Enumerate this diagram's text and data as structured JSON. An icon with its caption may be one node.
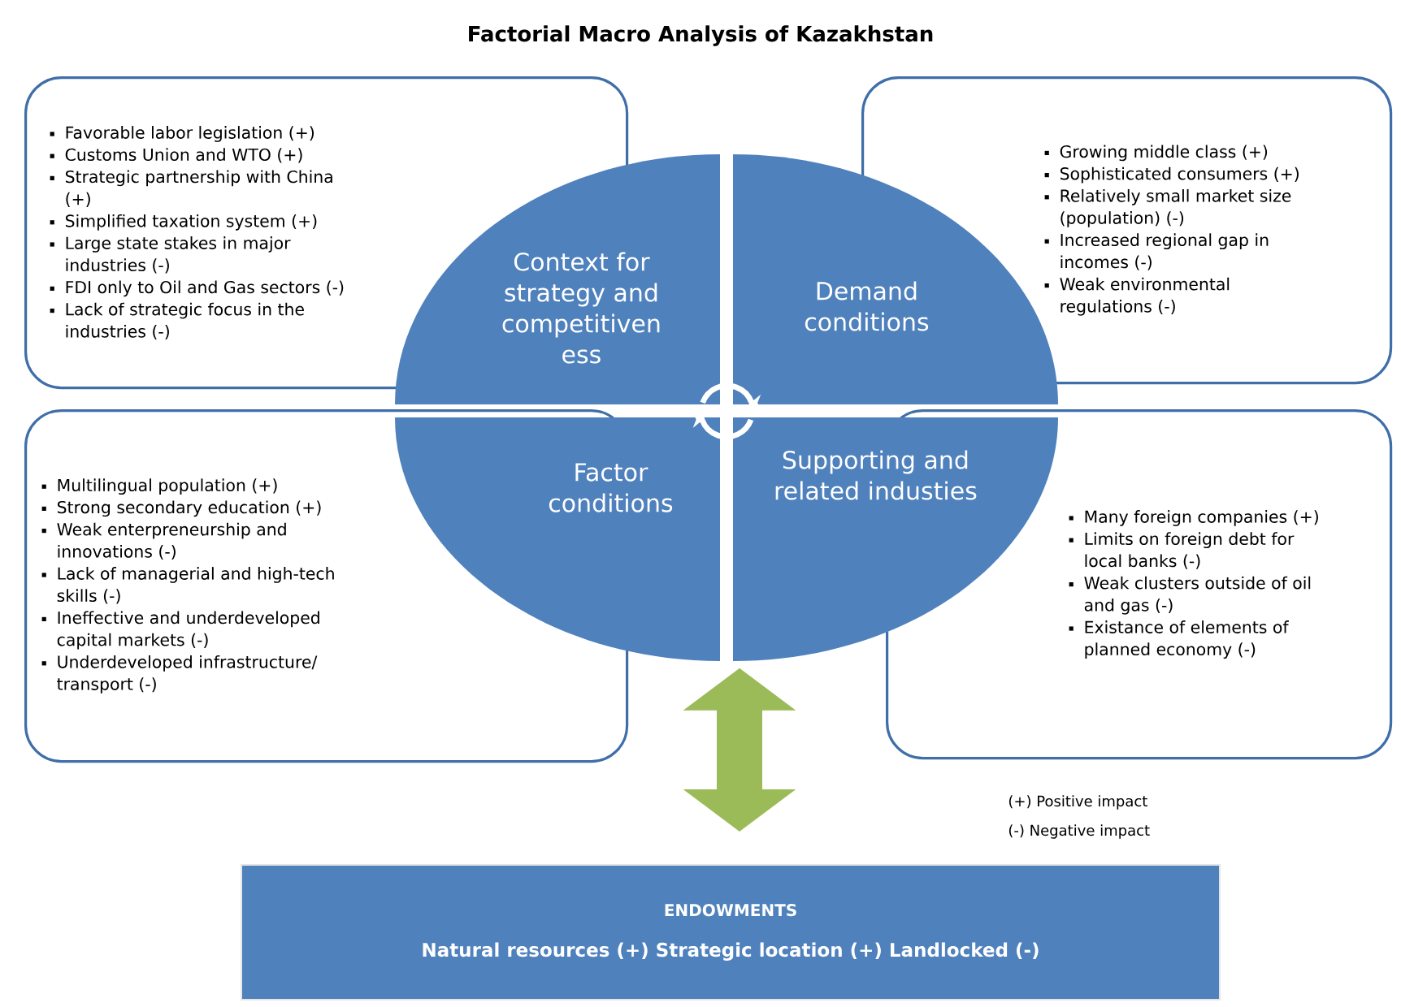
{
  "diagram": {
    "title": "Factorial Macro Analysis of Kazakhstan",
    "nodes": [
      {
        "text": [
          "Favorable labor legislation (+)",
          "Customs Union and WTO (+)",
          "Strategic partnership with China (+)",
          "Simplified taxation system (+)",
          "Large state stakes in major industries (-)",
          "FDI only to Oil and Gas sectors (-)",
          "Lack of strategic focus in the industries (-)"
        ]
      },
      {
        "text": [
          "Growing middle class (+)",
          "Sophisticated consumers (+)",
          "Relatively small market size (population) (-)",
          "Increased regional gap in incomes (-)",
          "Weak environmental regulations (-)"
        ]
      },
      {
        "text": [
          "Context for strategy and competitiven ess"
        ]
      },
      {
        "text": [
          "Demand conditions"
        ]
      },
      {
        "text": [
          "Multilingual population (+)",
          "Strong secondary education (+)",
          "Weak enterpreneurship and innovations (-)",
          "Lack of managerial and high-tech skills (-)",
          "Ineffective and underdeveloped capital markets (-)",
          "Underdeveloped infrastructure/ transport (-)"
        ]
      },
      {
        "text": [
          "Many foreign companies (+)",
          "Limits on foreign debt for local banks (-)",
          "Weak clusters outside of oil and gas (-)",
          "Existance of elements of planned economy (-)"
        ]
      },
      {
        "text": [
          "Factor conditions"
        ]
      },
      {
        "text": [
          "Supporting and related industies"
        ]
      },
      {
        "text": [
          "ENDOWMENTS",
          "Natural resources (+) Strategic location (+) Landlocked (-)"
        ]
      }
    ],
    "edges": [
      {
        "from": 2,
        "to": 3,
        "arrow": "to"
      },
      {
        "from": 7,
        "to": 6,
        "arrow": "to"
      },
      {
        "from": 7,
        "to": 8,
        "arrow": "both",
        "style": "thick",
        "color": "#9bbb59"
      }
    ],
    "labels": [
      "(+) Positive impact",
      "(-) Negative impact"
    ]
  }
}
